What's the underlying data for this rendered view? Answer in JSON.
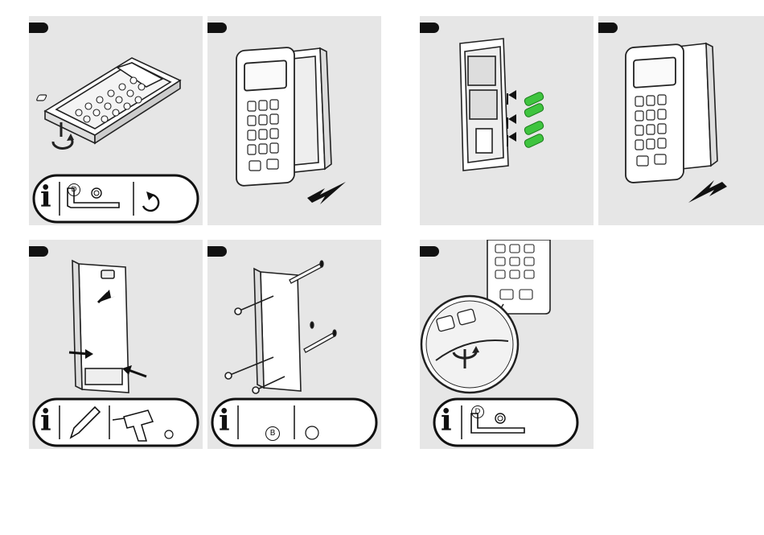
{
  "info_glyph": "i",
  "steps": [
    {
      "id": 1,
      "info_bar": {
        "tool_marker": "D",
        "action": "rotate-ccw-icon"
      }
    },
    {
      "id": 2
    },
    {
      "id": 3,
      "batteries": 4
    },
    {
      "id": 4
    },
    {
      "id": 5,
      "info_bar": {
        "tools": [
          "pencil-icon",
          "drill-icon"
        ]
      }
    },
    {
      "id": 6,
      "info_bar": {
        "part_marker": "B"
      }
    },
    {
      "id": 7,
      "info_bar": {
        "tool_marker": "D"
      }
    }
  ],
  "colors": {
    "panel_bg": "#e6e6e6",
    "ink": "#111111",
    "battery": "#3fc43f"
  }
}
